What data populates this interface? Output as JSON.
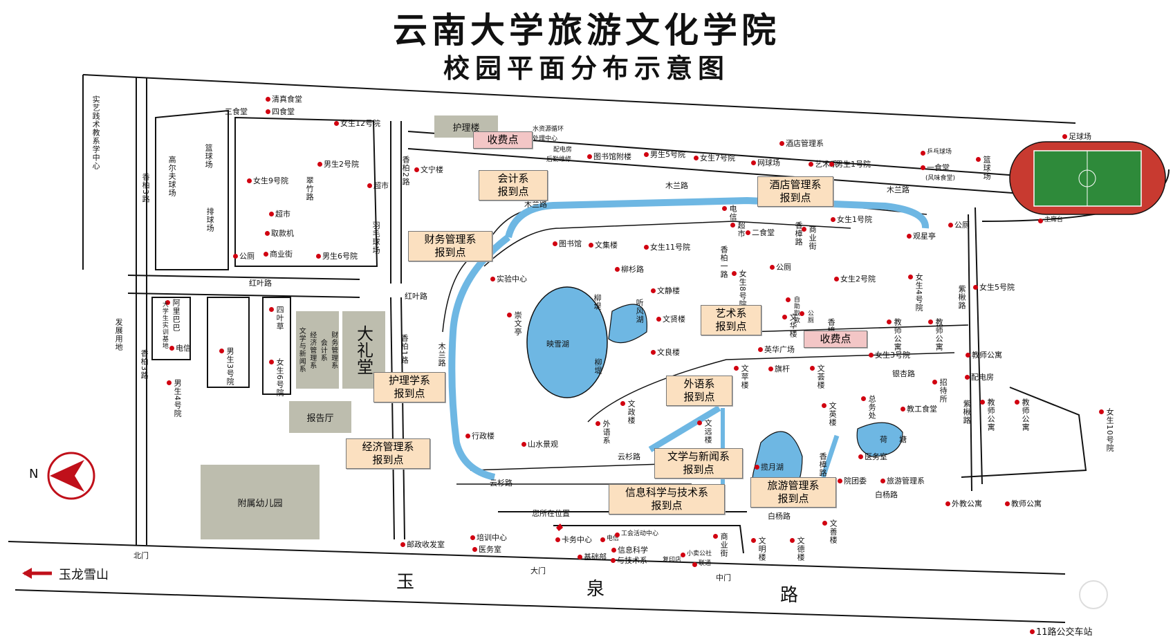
{
  "title": "云南大学旅游文化学院",
  "subtitle": "校园平面分布示意图",
  "callouts": [
    {
      "label": "收费点",
      "pink": true
    },
    {
      "label": "会计系\n报到点"
    },
    {
      "label": "财务管理系\n报到点"
    },
    {
      "label": "酒店管理系\n报到点"
    },
    {
      "label": "艺术系\n报到点"
    },
    {
      "label": "收费点",
      "pink": true
    },
    {
      "label": "护理学系\n报到点"
    },
    {
      "label": "外语系\n报到点"
    },
    {
      "label": "经济管理系\n报到点"
    },
    {
      "label": "文学与新闻系\n报到点"
    },
    {
      "label": "旅游管理系\n报到点"
    },
    {
      "label": "信息科学与技术系\n报到点"
    }
  ],
  "blocks": {
    "huli": "护理楼",
    "dalitang": "大礼堂",
    "baogaoting": "报告厅",
    "youeryuan": "附属幼儿园",
    "depts": [
      "文学与新闻系",
      "经济管理系",
      "会计系",
      "财务管理系"
    ]
  },
  "labels": [
    "实艺践术教系学中心",
    "清真食堂",
    "三食堂",
    "四食堂",
    "女生12号院",
    "男生2号院",
    "香柏2路",
    "超市",
    "文宁楼",
    "水资源循环",
    "处理中心",
    "配电房",
    "后勤维修",
    "图书馆附楼",
    "男生5号院",
    "女生7号院",
    "网球场",
    "酒店管理系",
    "艺术系",
    "男生1号院",
    "乒乓球场",
    "一食堂",
    "(风味食堂)",
    "足球场",
    "香柏3路",
    "高尔夫球场",
    "篮球场",
    "排球场",
    "女生9号院",
    "翠竹路",
    "超市",
    "取款机",
    "商业街",
    "公厕",
    "羽毛球场",
    "男生6号院",
    "木兰路",
    "木兰路",
    "木兰路",
    "图书馆",
    "文集楼",
    "女生11号院",
    "电信",
    "超市",
    "二食堂",
    "香樟路",
    "商业街",
    "女生1号院",
    "观星亭",
    "公厕",
    "主席台",
    "篮球场",
    "红叶路",
    "红叶路",
    "发展用地",
    "香柏3路",
    "阿里巴巴",
    "大学生实训基地",
    "电信",
    "男生4号院",
    "男生3号院",
    "四叶草",
    "女生6号院",
    "香柏1路",
    "木兰路",
    "实验中心",
    "崇文亭",
    "映雪湖",
    "柳堤",
    "听风湖",
    "柳杉路",
    "文静楼",
    "文贤楼",
    "柳堤",
    "文良楼",
    "香柏一路",
    "女生8号院",
    "公厕",
    "自助取款",
    "公厕",
    "文华楼",
    "香樟路",
    "英华广场",
    "旗杆",
    "文苹楼",
    "文荟楼",
    "女生2号院",
    "女生4号院",
    "教师公寓",
    "教师公寓",
    "紫楸路",
    "女生5号院",
    "女生3号院",
    "教师公寓",
    "配电房",
    "银杏路",
    "行政楼",
    "山水景观",
    "外语系",
    "文政楼",
    "文远楼",
    "云杉路",
    "云杉路",
    "香樟路",
    "揽月湖",
    "文英楼",
    "总务处",
    "教工食堂",
    "招待所",
    "荷",
    "塘",
    "医务室",
    "院团委",
    "旅游管理系",
    "紫楸路",
    "教师公寓",
    "教师公寓",
    "女生10号院",
    "您所在位置",
    "卡务中心",
    "电信",
    "工会活动中心",
    "基础部",
    "信息科学",
    "与技术系",
    "复印店",
    "小卖公社",
    "联通",
    "商业街",
    "文明楼",
    "文德楼",
    "文善楼",
    "白杨路",
    "白杨路",
    "外教公寓",
    "教师公寓",
    "邮政收发室",
    "培训中心",
    "医务室",
    "北门",
    "大门",
    "中门",
    "玉",
    "泉",
    "路",
    "玉龙雪山",
    "11路公交车站",
    "N"
  ]
}
